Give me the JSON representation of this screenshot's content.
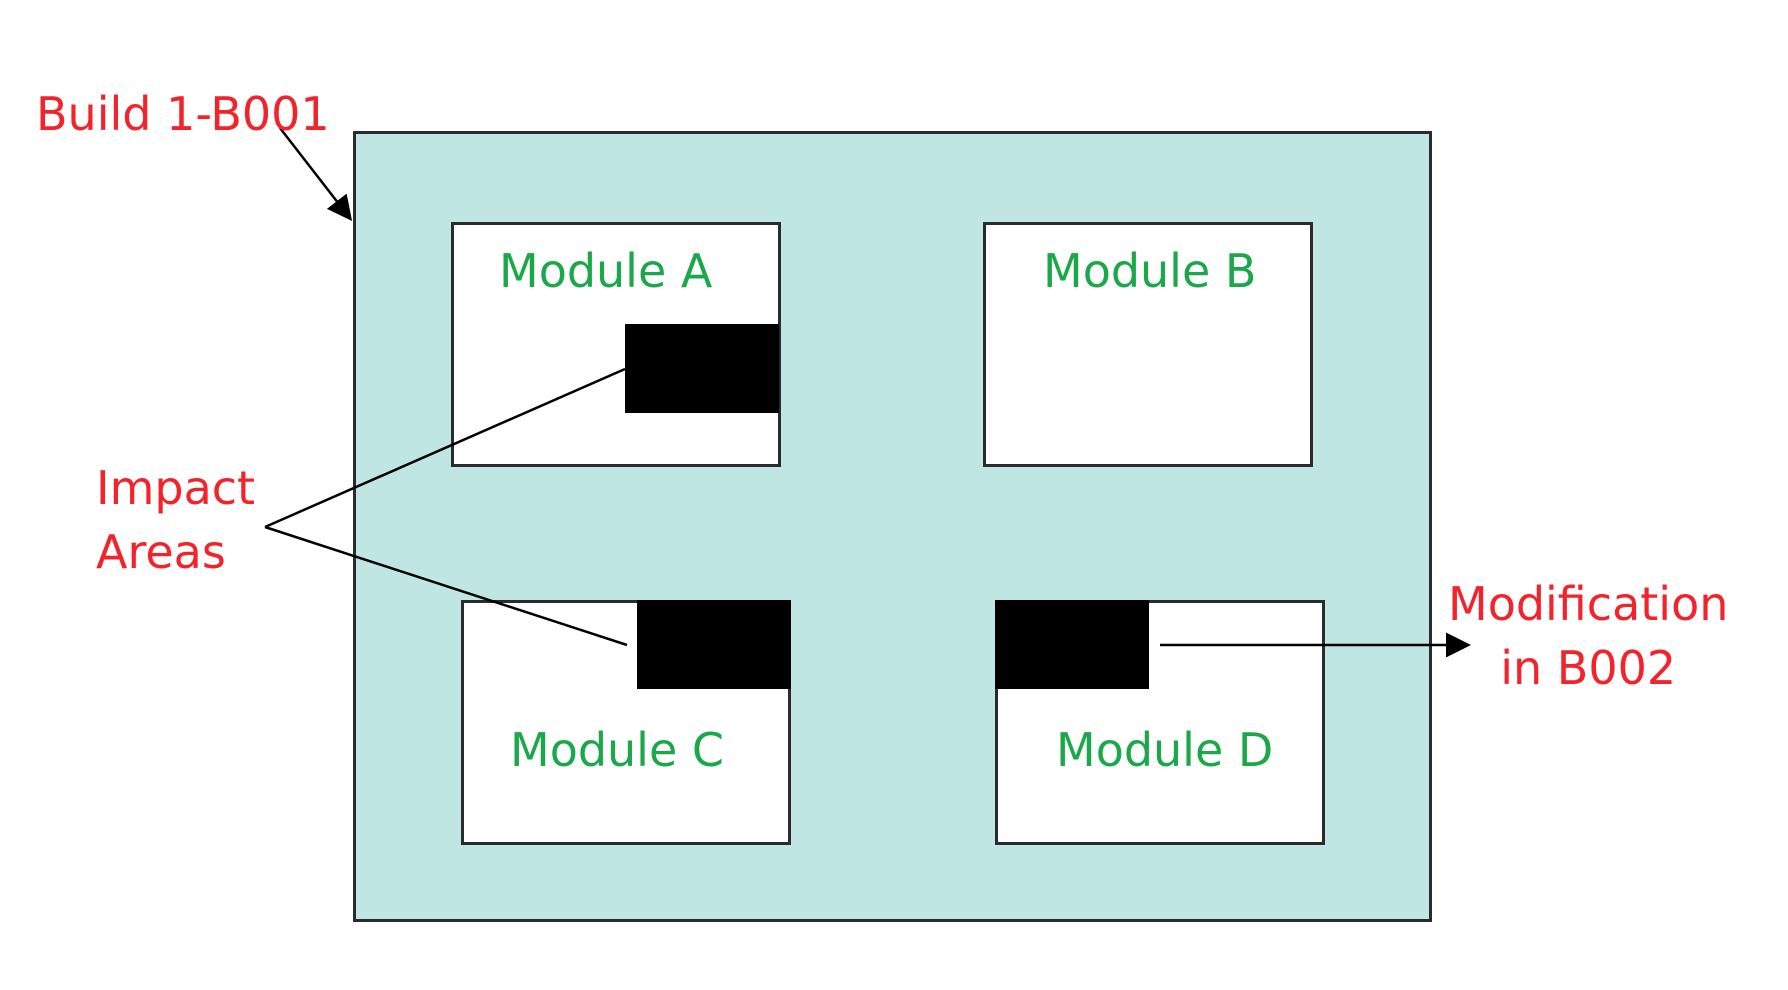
{
  "diagram": {
    "build_label": "Build 1-B001",
    "modules": {
      "a": "Module A",
      "b": "Module B",
      "c": "Module C",
      "d": "Module D"
    },
    "impact_label": {
      "line1": "Impact",
      "line2": "Areas"
    },
    "modification_label": {
      "line1": "Modification",
      "line2": "in B002"
    }
  },
  "colors": {
    "label_red": "#f2232b",
    "module_green": "#1aa84a",
    "build_fill": "#c0e6e4",
    "impact_block": "#000000",
    "border": "#2b2b2b"
  }
}
